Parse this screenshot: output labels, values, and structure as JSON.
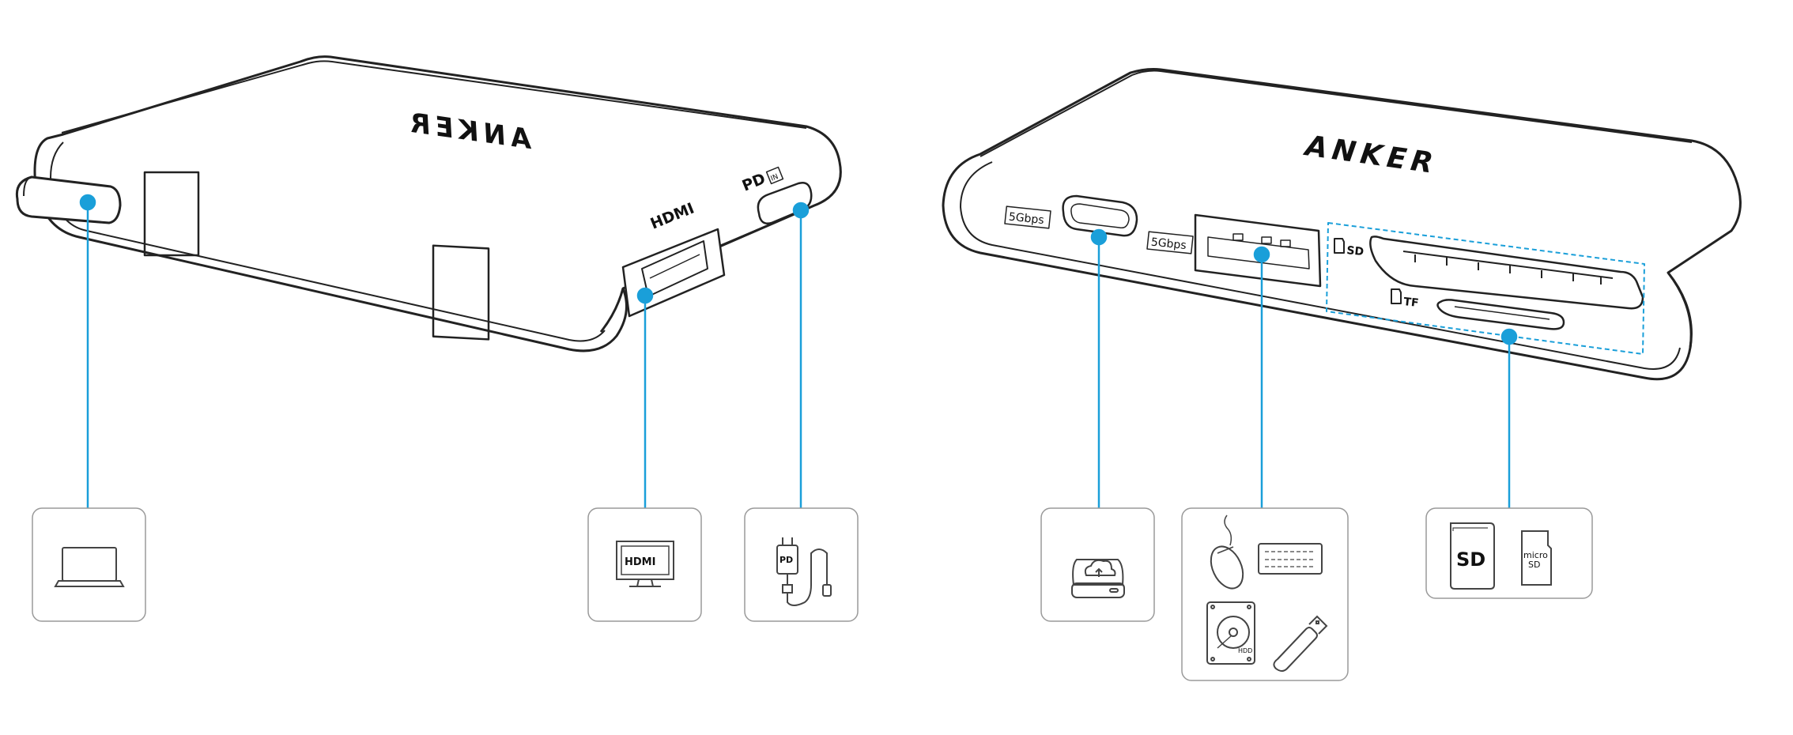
{
  "colors": {
    "accent": "#1a9fd9",
    "outline": "#222222",
    "box_border": "#9a9a9a"
  },
  "left_device": {
    "brand": "ANKER",
    "ports": [
      {
        "name": "usb-c-plug",
        "label": ""
      },
      {
        "name": "hdmi-port",
        "label": "HDMI"
      },
      {
        "name": "pd-in-port",
        "label": "PD",
        "badge": "IN"
      }
    ]
  },
  "right_device": {
    "brand": "ANKER",
    "ports": [
      {
        "name": "usb-c-data-port",
        "speed": "5Gbps"
      },
      {
        "name": "usb-a-port",
        "speed": "5Gbps"
      },
      {
        "name": "sd-slot",
        "label": "SD"
      },
      {
        "name": "tf-slot",
        "label": "TF"
      }
    ]
  },
  "boxes": {
    "laptop": {
      "icon": "laptop-icon"
    },
    "hdmi": {
      "icon": "monitor-icon",
      "label": "HDMI"
    },
    "pd": {
      "icon": "power-adapter-icon",
      "label": "PD"
    },
    "storage": {
      "icon": "cloud-drive-icon"
    },
    "peripherals": {
      "icons": [
        "mouse-icon",
        "keyboard-icon",
        "hard-drive-icon",
        "usb-stick-icon"
      ],
      "hdd_label": "HDD"
    },
    "cards": {
      "sd_label": "SD",
      "micro_label_1": "micro",
      "micro_label_2": "SD"
    }
  }
}
